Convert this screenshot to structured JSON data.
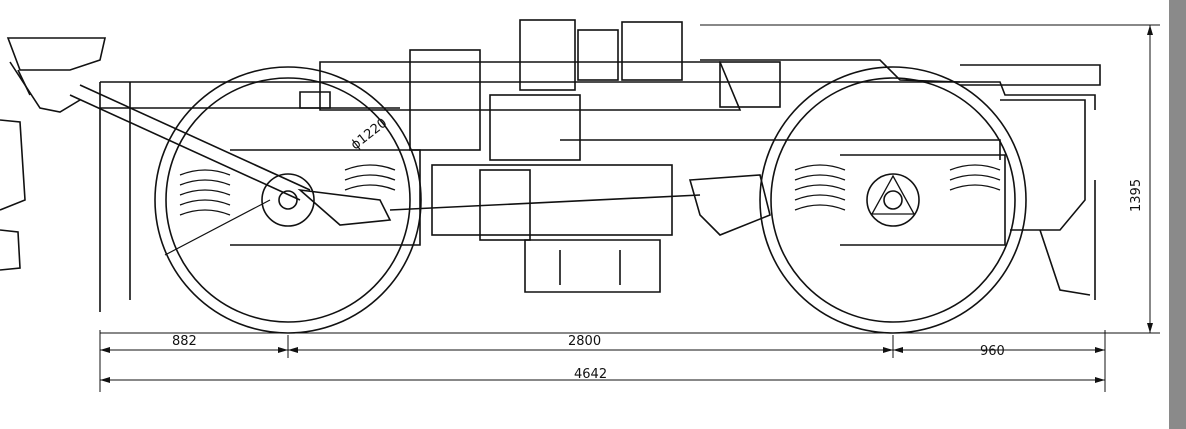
{
  "diagram": {
    "dimensions": {
      "wheel_diameter": "ϕ1220",
      "front_overhang": "882",
      "wheelbase": "2800",
      "rear_overhang": "960",
      "overall_length": "4642",
      "height": "1395"
    },
    "colors": {
      "line": "#111111",
      "paper": "#ffffff",
      "side_bar": "#8a8a8a"
    }
  }
}
